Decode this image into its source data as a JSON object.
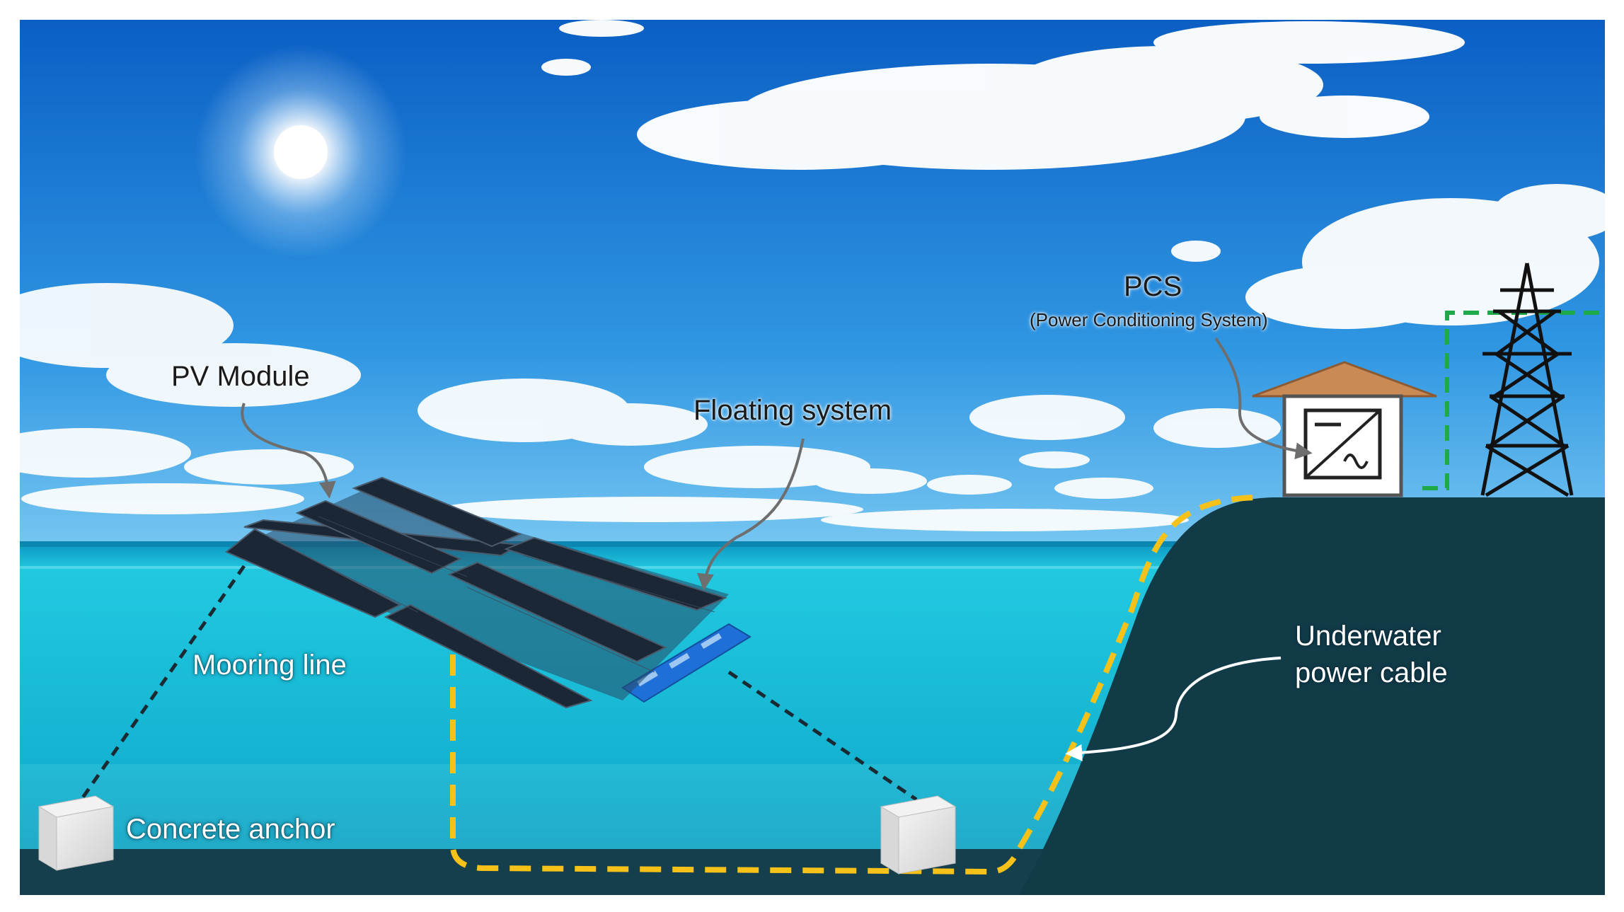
{
  "labels": {
    "pv_module": "PV Module",
    "floating_system": "Floating system",
    "pcs": "PCS",
    "pcs_full": "(Power Conditioning System)",
    "mooring_line": "Mooring line",
    "concrete_anchor": "Concrete anchor",
    "underwater_cable_line1": "Underwater",
    "underwater_cable_line2": "power cable"
  },
  "colors": {
    "sky_top": "#0b64c8",
    "sky_bottom": "#5ab8ee",
    "water": "#1fc3da",
    "water_deep": "#0fa6c4",
    "seabed": "#153f4c",
    "land": "#123b48",
    "cable": "#f6c21a",
    "grid_connection": "#1faa4a",
    "mooring": "#1a2a33",
    "panel": "#1c2736",
    "float": "#1f6fd8",
    "roof": "#c98a55"
  },
  "icons": [
    "sun-icon",
    "inverter-icon",
    "transmission-tower-icon",
    "concrete-anchor-icon"
  ]
}
